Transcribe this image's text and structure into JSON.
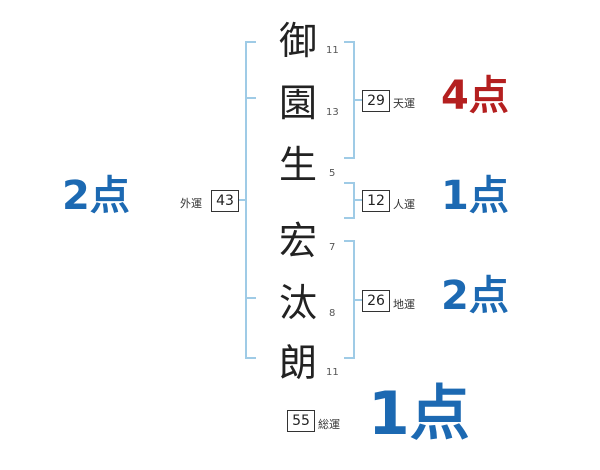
{
  "characters": [
    {
      "char": "御",
      "strokes": "11"
    },
    {
      "char": "園",
      "strokes": "13"
    },
    {
      "char": "生",
      "strokes": "5"
    },
    {
      "char": "宏",
      "strokes": "7"
    },
    {
      "char": "汰",
      "strokes": "8"
    },
    {
      "char": "朗",
      "strokes": "11"
    }
  ],
  "fortunes": {
    "gaiun": {
      "label": "外運",
      "value": "43",
      "score": "2点",
      "color": "#1c69b2"
    },
    "tenun": {
      "label": "天運",
      "value": "29",
      "score": "4点",
      "color": "#b41f1f"
    },
    "jinun": {
      "label": "人運",
      "value": "12",
      "score": "1点",
      "color": "#1c69b2"
    },
    "chiun": {
      "label": "地運",
      "value": "26",
      "score": "2点",
      "color": "#1c69b2"
    },
    "souun": {
      "label": "総運",
      "value": "55",
      "score": "1点",
      "color": "#1c69b2"
    }
  },
  "colors": {
    "bracket": "#9fcbe6",
    "blue": "#1c69b2",
    "red": "#b41f1f"
  }
}
